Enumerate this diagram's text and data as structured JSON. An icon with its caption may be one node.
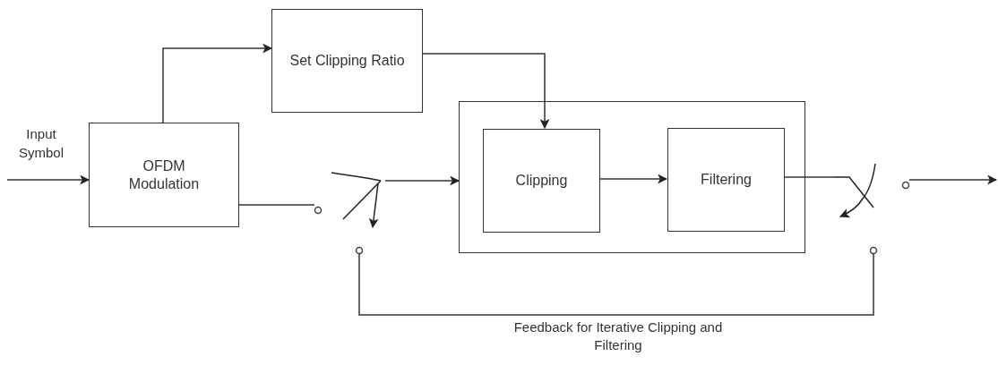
{
  "diagram": {
    "nodes": [
      {
        "text": [
          "OFDM Modulation"
        ]
      },
      {
        "text": [
          "Set Clipping Ratio"
        ]
      },
      {
        "text": [],
        "shape": "circle"
      },
      {
        "text": [],
        "shape": "switch"
      },
      {
        "text": [],
        "shape": "circle"
      },
      {
        "text": [],
        "shape": "box"
      },
      {
        "text": [
          "Clipping"
        ],
        "in": 5
      },
      {
        "text": [
          "Filtering"
        ],
        "in": 5
      },
      {
        "text": [],
        "shape": "switch"
      },
      {
        "text": [],
        "shape": "circle"
      },
      {
        "text": [],
        "shape": "circle"
      }
    ],
    "edges": [
      {
        "from": null,
        "to": 0,
        "arrow": "to"
      },
      {
        "from": 0,
        "to": 1,
        "arrow": "to"
      },
      {
        "from": 1,
        "to": 6,
        "arrow": "to"
      },
      {
        "from": 0,
        "to": 2,
        "arrow": "none"
      },
      {
        "from": 3,
        "to": 5,
        "arrow": "to"
      },
      {
        "from": 6,
        "to": 7,
        "arrow": "to"
      },
      {
        "from": 7,
        "to": 8,
        "arrow": "none"
      },
      {
        "from": 10,
        "to": null,
        "arrow": "to"
      },
      {
        "from": 9,
        "to": 4,
        "arrow": "none",
        "label": "Feedback for Iterative Clipping and  Filtering"
      }
    ],
    "labels": [
      "Input Symbol"
    ]
  }
}
